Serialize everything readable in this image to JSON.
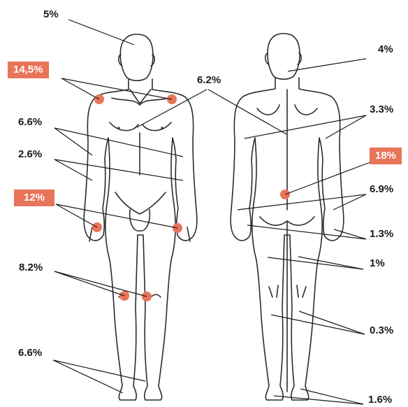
{
  "labels": {
    "head_front": "5%",
    "shoulders": "14,5%",
    "chest_back": "6.2%",
    "upper_arm": "6.6%",
    "forearm": "2.6%",
    "wrists": "12%",
    "knees": "8.2%",
    "ankles_front": "6.6%",
    "neck_back": "4%",
    "upper_back": "3.3%",
    "lower_back": "18%",
    "elbows_back": "6.9%",
    "hands_back": "1.3%",
    "thighs_back": "1%",
    "calves": "0.3%",
    "heels": "1.6%"
  },
  "colors": {
    "highlight": "#e8745a",
    "outline": "#2b2b2b",
    "text": "#1a1a1a"
  }
}
